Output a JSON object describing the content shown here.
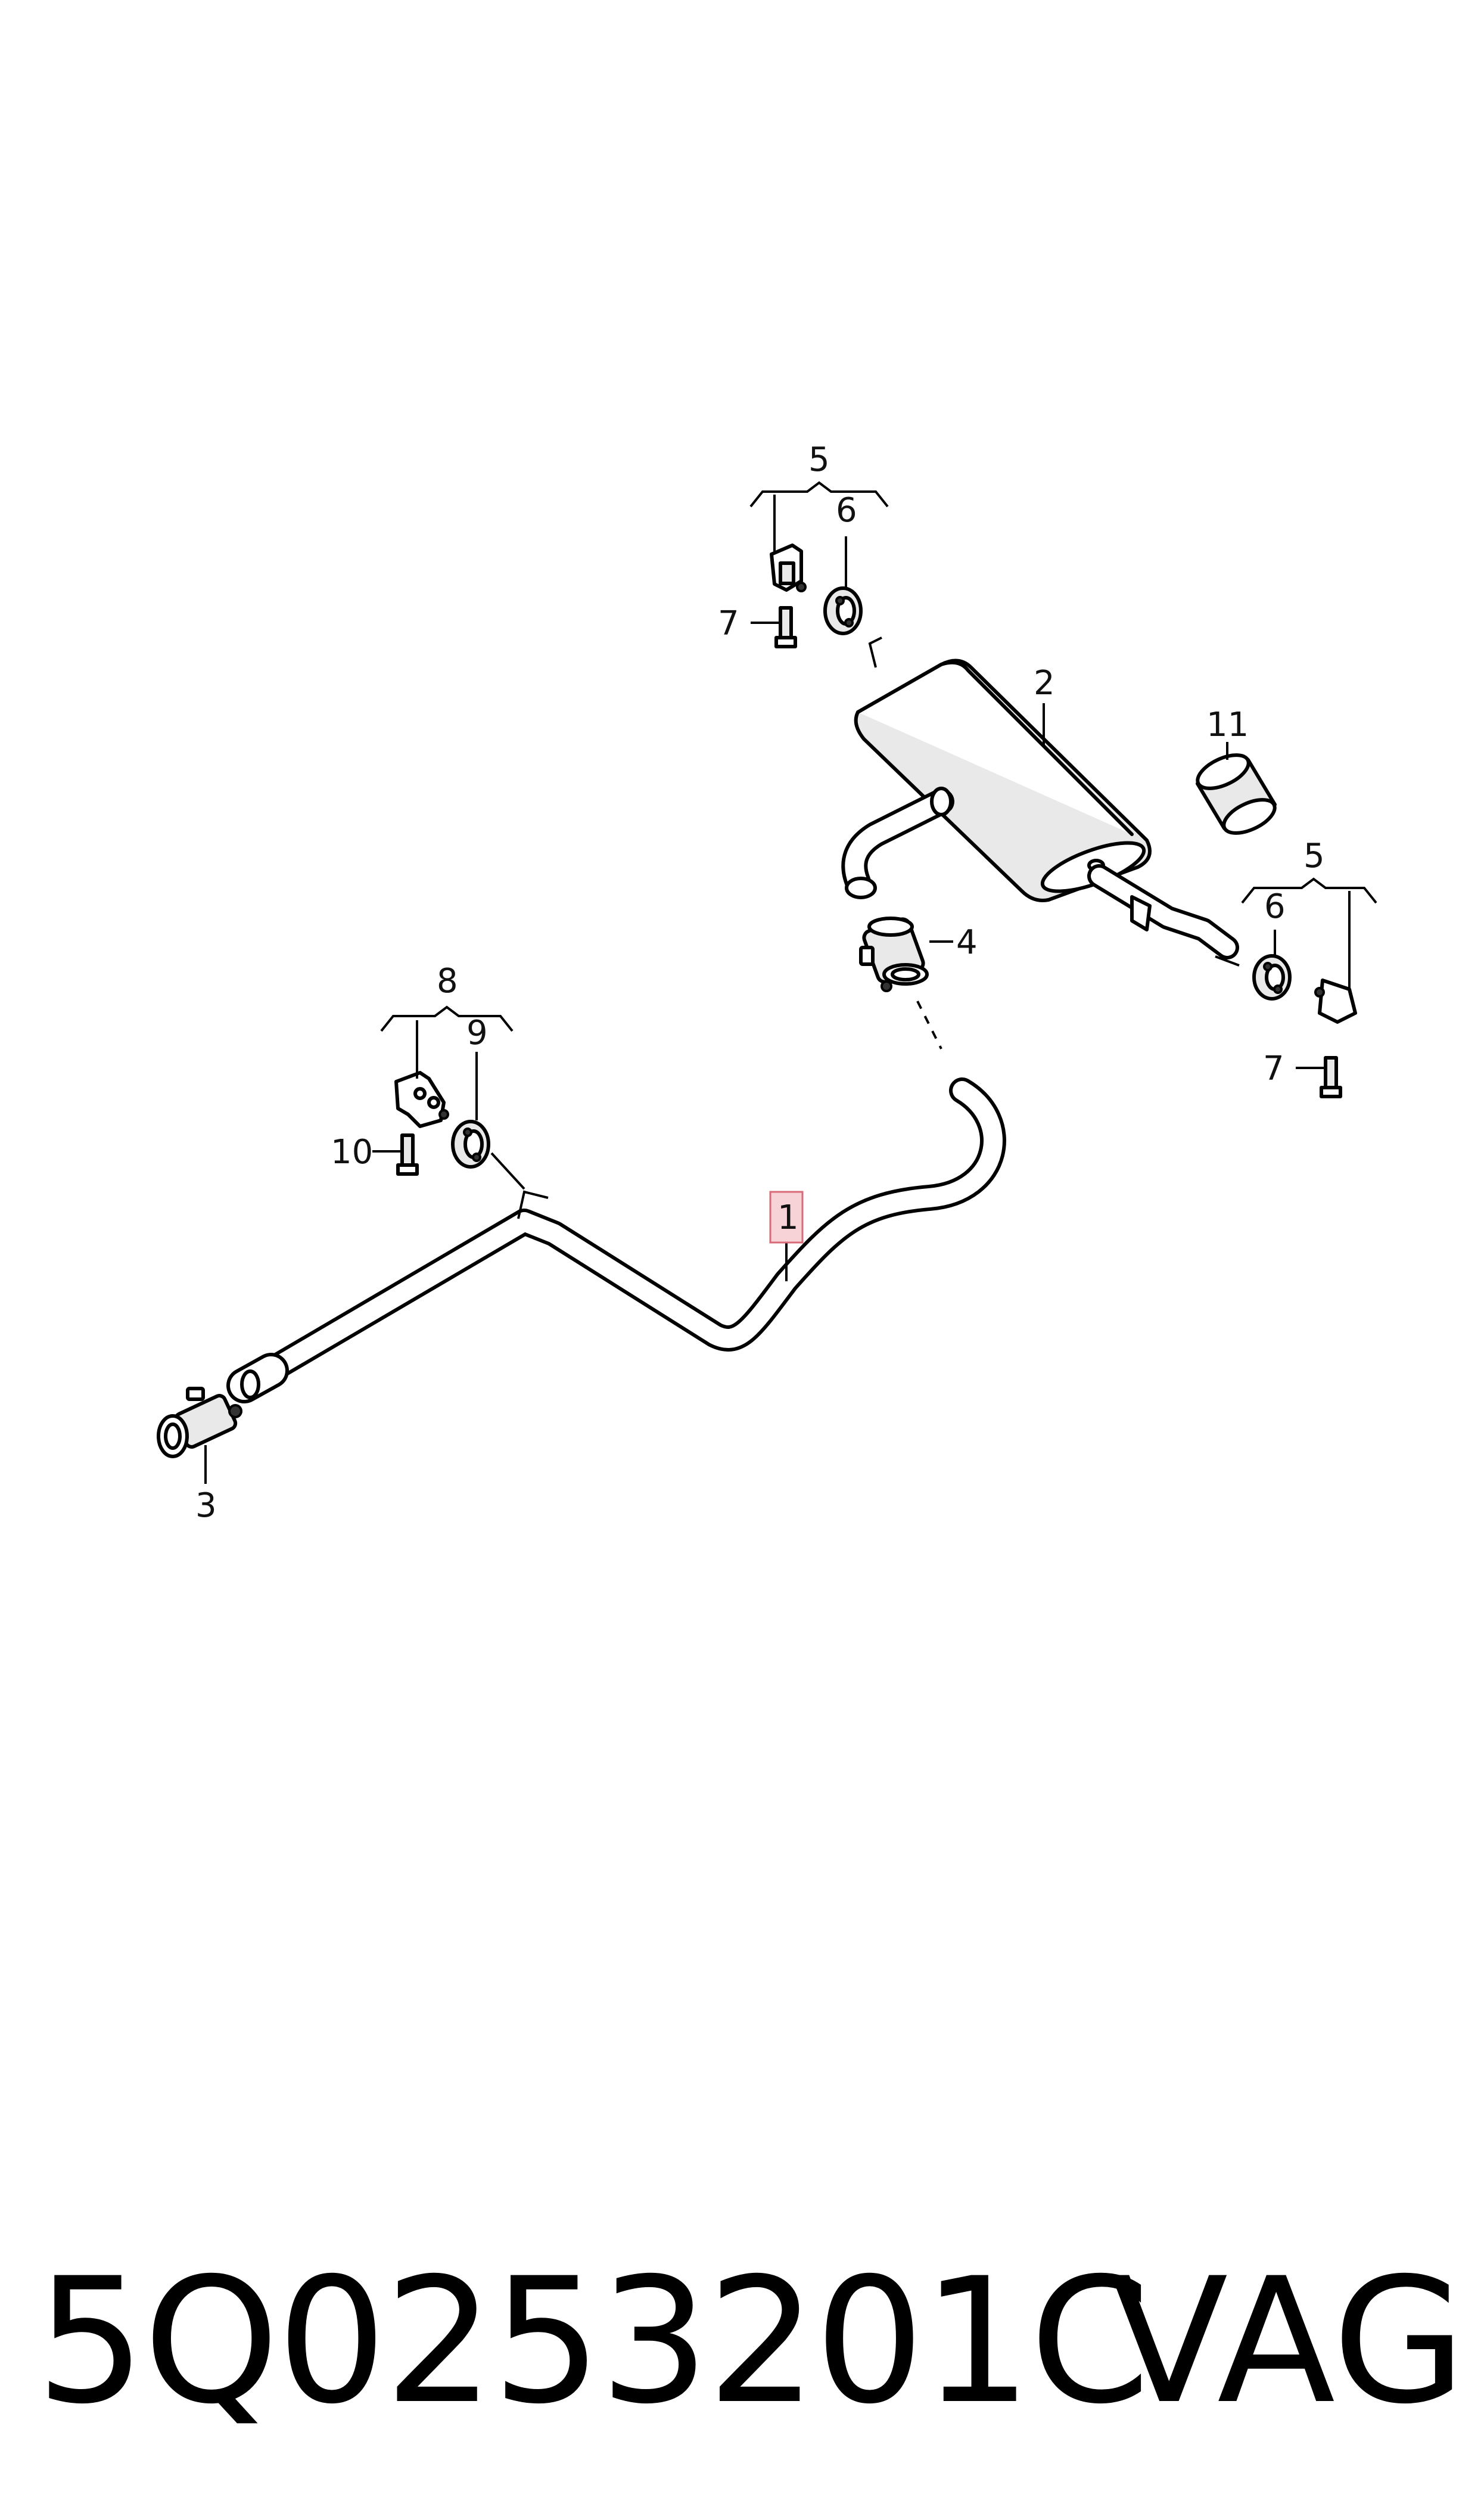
{
  "diagram": {
    "callouts": {
      "c1": "1",
      "c2": "2",
      "c3": "3",
      "c4": "4",
      "c5a": "5",
      "c5b": "5",
      "c6a": "6",
      "c6b": "6",
      "c7a": "7",
      "c7b": "7",
      "c8": "8",
      "c9": "9",
      "c10": "10",
      "c11": "11"
    },
    "highlight_color": "#f7d3d8",
    "highlight_border": "#d86a7a"
  },
  "footer": {
    "part_number": "5Q0253201C",
    "brand": "VAG"
  }
}
